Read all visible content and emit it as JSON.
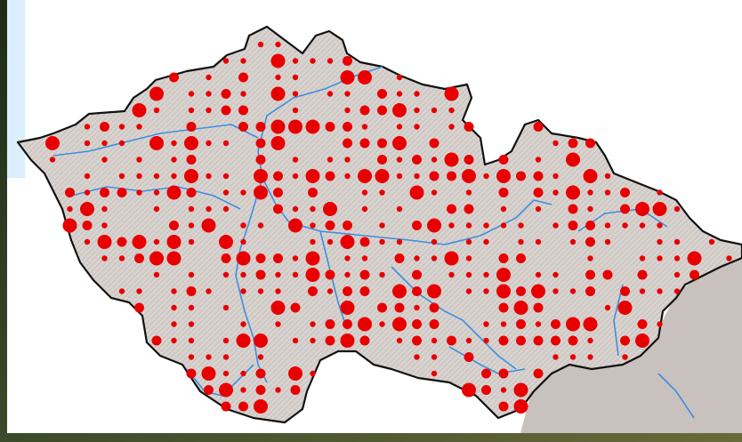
{
  "map": {
    "country": "Czech Republic",
    "marker_color": "#e80000",
    "land_color": "#d8d2cf",
    "border_color": "#111111",
    "river_color": "#3d8fe0",
    "neighbor_color": "#c9c1bd",
    "panel_color": "#dbeefb",
    "marker_sizes": [
      "small",
      "medium",
      "large"
    ]
  }
}
